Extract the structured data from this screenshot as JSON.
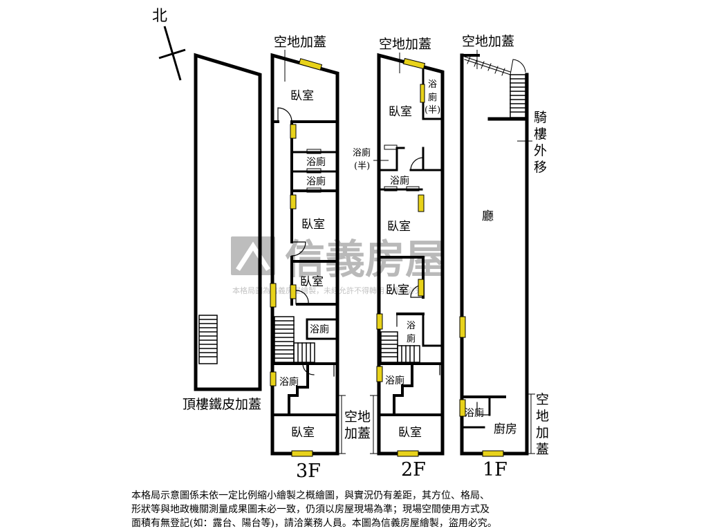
{
  "compass": {
    "north_label": "北"
  },
  "watermark": {
    "brand": "信義房屋",
    "notice": "本格局圖為信義房屋繪製，未經允許不得轉用，違者必究"
  },
  "roof": {
    "label": "頂樓鐵皮加蓋"
  },
  "floor3": {
    "floor_label": "3F",
    "top_addition": "空地加蓋",
    "bedroom_1": "臥室",
    "bath_1": "浴廁",
    "bath_2": "浴廁",
    "bedroom_2": "臥室",
    "bedroom_3": "臥室",
    "bath_3": "浴廁",
    "bath_4": "浴廁",
    "bedroom_4": "臥室",
    "side_addition": [
      "空地",
      "加蓋"
    ]
  },
  "floor2": {
    "floor_label": "2F",
    "top_addition": "空地加蓋",
    "bedroom_1": "臥室",
    "half_bath_1": [
      "浴",
      "廁",
      "(半)"
    ],
    "half_bath_2": [
      "浴廁",
      "(半)"
    ],
    "bath_1": "浴廁",
    "bedroom_2": "臥室",
    "bedroom_3": "臥室",
    "bath_2": [
      "浴",
      "廁"
    ],
    "bath_3": "浴廁",
    "bedroom_4": "臥室"
  },
  "floor1": {
    "floor_label": "1F",
    "top_addition": "空地加蓋",
    "arcade": [
      "騎",
      "樓",
      "外",
      "移"
    ],
    "hall": "廳",
    "bath": "浴廁",
    "kitchen": "廚房",
    "side_addition": [
      "空",
      "地",
      "加",
      "蓋"
    ]
  },
  "disclaimer": "本格局示意圖係未依一定比例縮小繪製之概繪圖，與實況仍有差距，其方位、格局、\n形狀等與地政機關測量成果圖未必一致，仍須以房屋現場為準；現場空間使用方式及\n面積有無登記(如：露台、陽台等)，請洽業務人員。本圖為信義房屋繪製，盜用必究。",
  "colors": {
    "wall": "#000000",
    "window": "#e8d21a",
    "watermark": "#b9b9b9"
  }
}
